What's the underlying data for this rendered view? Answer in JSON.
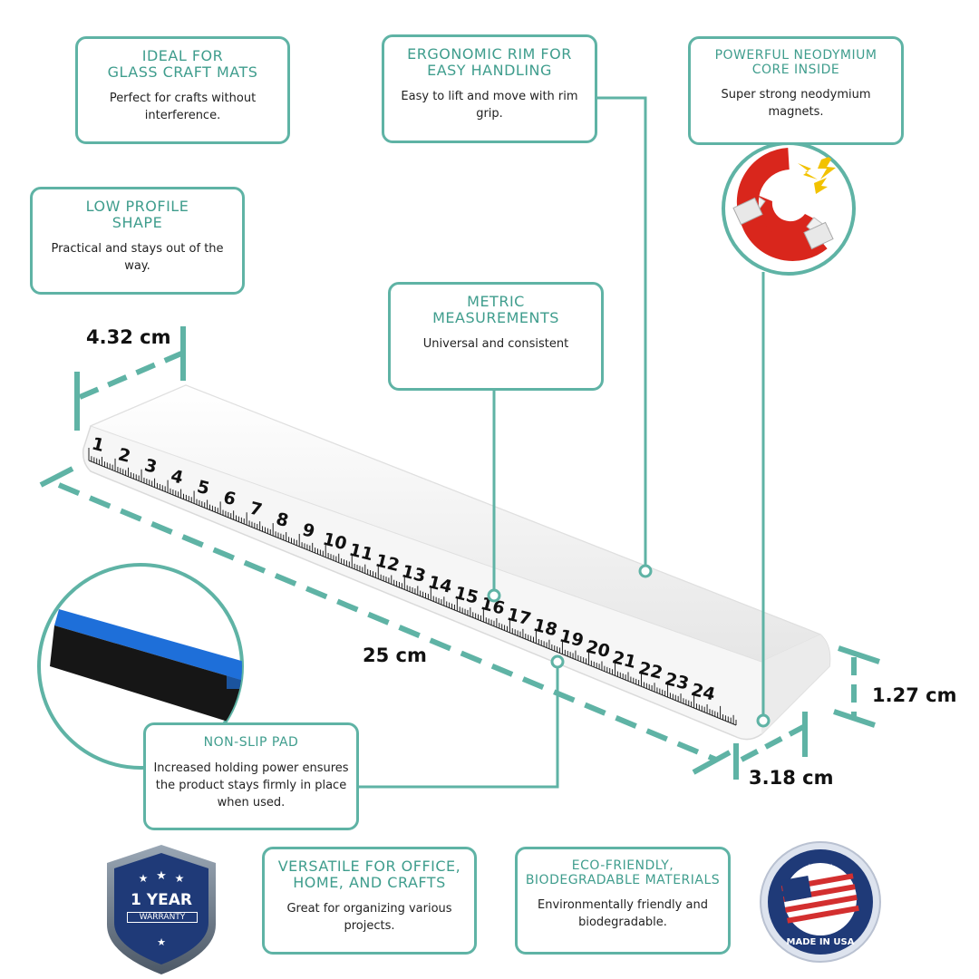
{
  "cards": {
    "glass": {
      "title": "IDEAL FOR\nGLASS CRAFT MATS",
      "desc": "Perfect for crafts without\ninterference."
    },
    "ergonomic": {
      "title": "ERGONOMIC RIM FOR\nEASY HANDLING",
      "desc": "Easy to lift and move with rim grip."
    },
    "neodymium": {
      "title": "POWERFUL NEODYMIUM\nCORE INSIDE",
      "desc": "Super strong neodymium magnets."
    },
    "lowprofile": {
      "title": "LOW PROFILE\nSHAPE",
      "desc": "Practical and stays out of the way."
    },
    "metric": {
      "title": "METRIC\nMEASUREMENTS",
      "desc": "Universal and consistent"
    },
    "nonslip": {
      "title": "NON-SLIP PAD",
      "desc": "Increased holding power ensures\nthe product stays firmly in place\nwhen used."
    },
    "versatile": {
      "title": "VERSATILE FOR OFFICE,\nHOME, AND CRAFTS",
      "desc": "Great for organizing various\nprojects."
    },
    "eco": {
      "title": "ECO-FRIENDLY,\nBIODEGRADABLE MATERIALS",
      "desc": "Environmentally friendly and\nbiodegradable."
    }
  },
  "dimensions": {
    "width": "4.32 cm",
    "length": "25 cm",
    "height": "1.27 cm",
    "depth": "3.18 cm"
  },
  "ruler_numbers": [
    "1",
    "2",
    "3",
    "4",
    "5",
    "6",
    "7",
    "8",
    "9",
    "10",
    "11",
    "12",
    "13",
    "14",
    "15",
    "16",
    "17",
    "18",
    "19",
    "20",
    "21",
    "22",
    "23",
    "24"
  ],
  "badges": {
    "warranty_line1": "1 YEAR",
    "warranty_line2": "WARRANTY",
    "usa": "MADE IN USA"
  },
  "colors": {
    "accent": "#5fb3a5",
    "magnet_red": "#d9261c",
    "badge_navy": "#1f3a78",
    "pad_blue": "#1e6fd9"
  }
}
